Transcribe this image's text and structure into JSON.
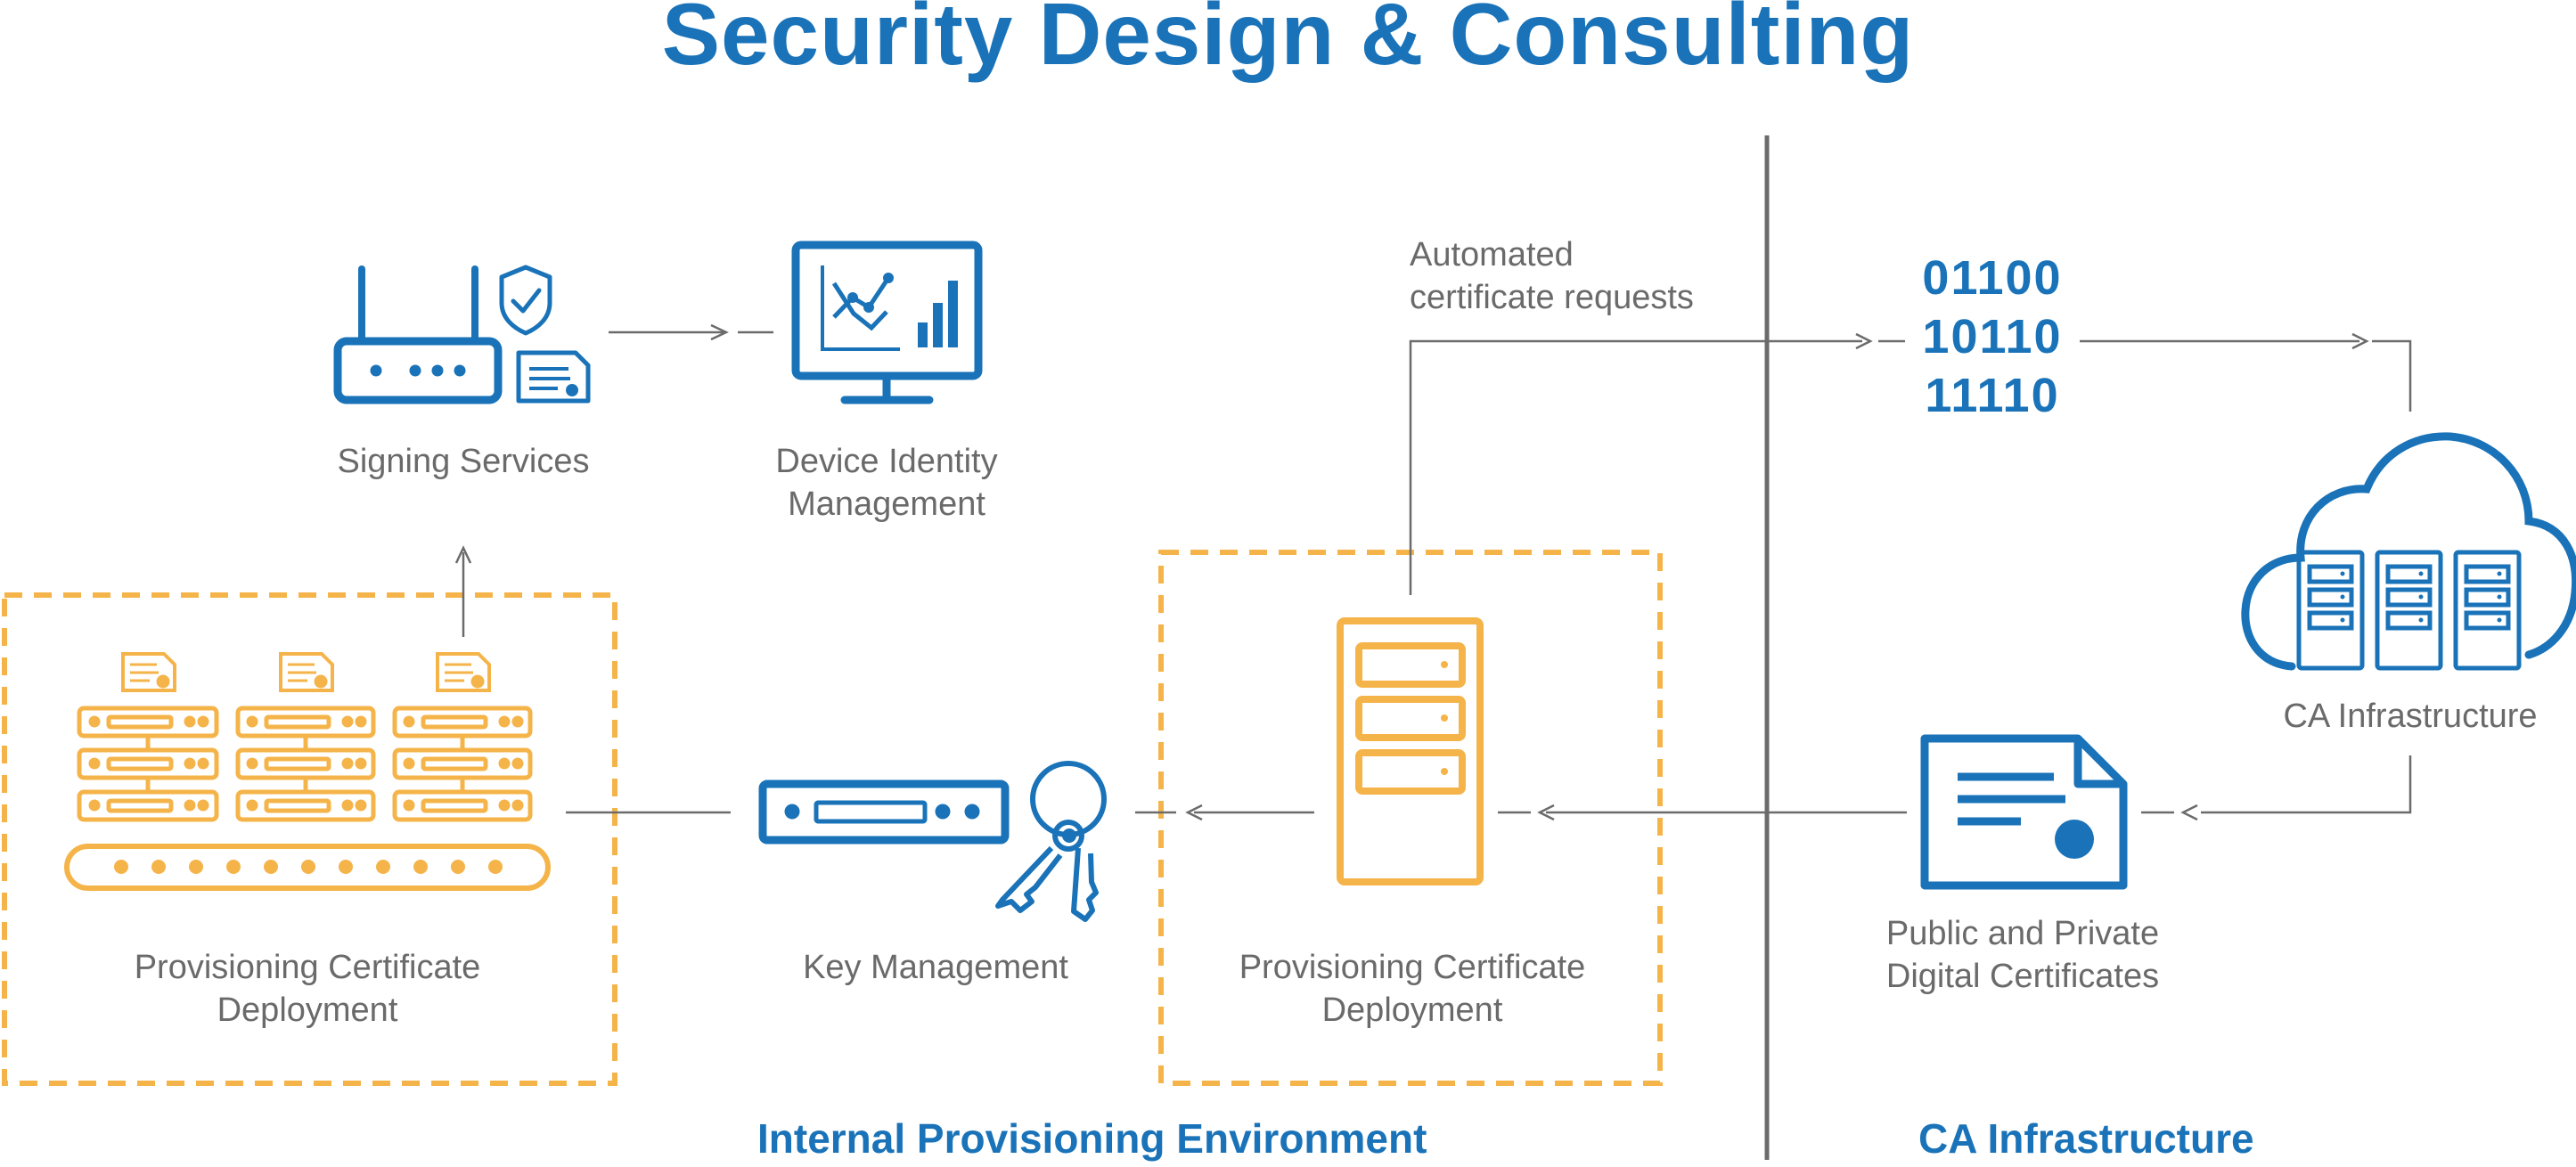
{
  "title": "Security Design & Consulting",
  "nodes": {
    "signing_services": "Signing Services",
    "device_identity": [
      "Device Identity",
      "Management"
    ],
    "provisioning_left": [
      "Provisioning Certificate",
      "Deployment"
    ],
    "key_management": "Key Management",
    "provisioning_center": [
      "Provisioning Certificate",
      "Deployment"
    ],
    "automated_requests": [
      "Automated",
      "certificate requests"
    ],
    "binary": [
      "01100",
      "10110",
      "11110"
    ],
    "ca_infrastructure": "CA Infrastructure",
    "certificates": [
      "Public and Private",
      "Digital Certificates"
    ]
  },
  "sections": {
    "internal": "Internal Provisioning Environment",
    "ca": "CA Infrastructure"
  },
  "colors": {
    "blue": "#1a73b8",
    "orange": "#f5b44a",
    "gray_text": "#6a6a6a",
    "gray_line": "#6b6b6b"
  }
}
